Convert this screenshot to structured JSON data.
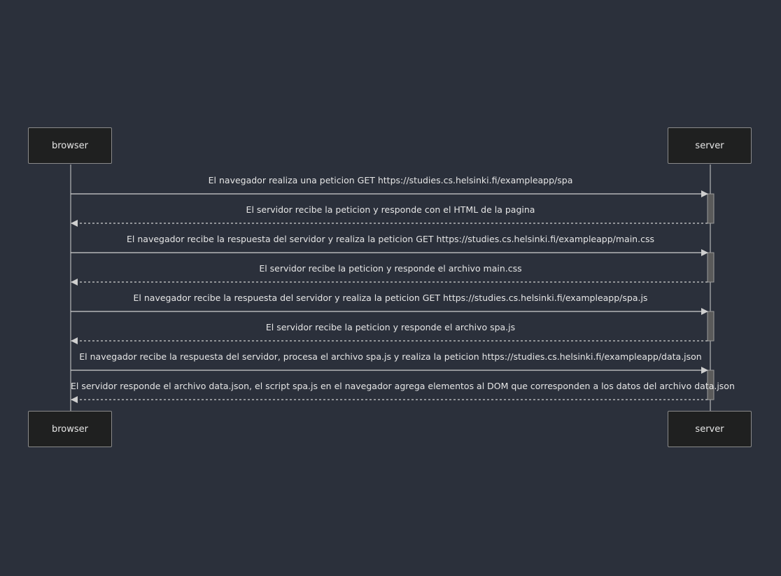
{
  "actors": {
    "left": "browser",
    "right": "server"
  },
  "colors": {
    "background": "#2b303b",
    "actor_fill": "#1f2020",
    "line": "#cfcfcf",
    "text": "#e6e6e6",
    "activation": "#5a5a5a"
  },
  "messages": [
    {
      "from": "browser",
      "to": "server",
      "style": "solid",
      "text": "El navegador realiza una peticion GET https://studies.cs.helsinki.fi/exampleapp/spa"
    },
    {
      "from": "server",
      "to": "browser",
      "style": "dotted",
      "text": "El servidor recibe la peticion y responde con el HTML de la pagina"
    },
    {
      "from": "browser",
      "to": "server",
      "style": "solid",
      "text": "El navegador recibe la respuesta del servidor y realiza la peticion GET https://studies.cs.helsinki.fi/exampleapp/main.css"
    },
    {
      "from": "server",
      "to": "browser",
      "style": "dotted",
      "text": "El servidor recibe la peticion y responde el archivo main.css"
    },
    {
      "from": "browser",
      "to": "server",
      "style": "solid",
      "text": "El navegador recibe la respuesta del servidor y realiza la peticion GET https://studies.cs.helsinki.fi/exampleapp/spa.js"
    },
    {
      "from": "server",
      "to": "browser",
      "style": "dotted",
      "text": "El servidor recibe la peticion y responde el archivo spa.js"
    },
    {
      "from": "browser",
      "to": "server",
      "style": "solid",
      "text": "El navegador recibe la respuesta del servidor, procesa el archivo spa.js y realiza la peticion https://studies.cs.helsinki.fi/exampleapp/data.json"
    },
    {
      "from": "server",
      "to": "browser",
      "style": "dotted",
      "text": "El servidor responde el archivo data.json, el script spa.js en el navegador agrega elementos al DOM que corresponden a los datos del archivo data.json"
    }
  ]
}
